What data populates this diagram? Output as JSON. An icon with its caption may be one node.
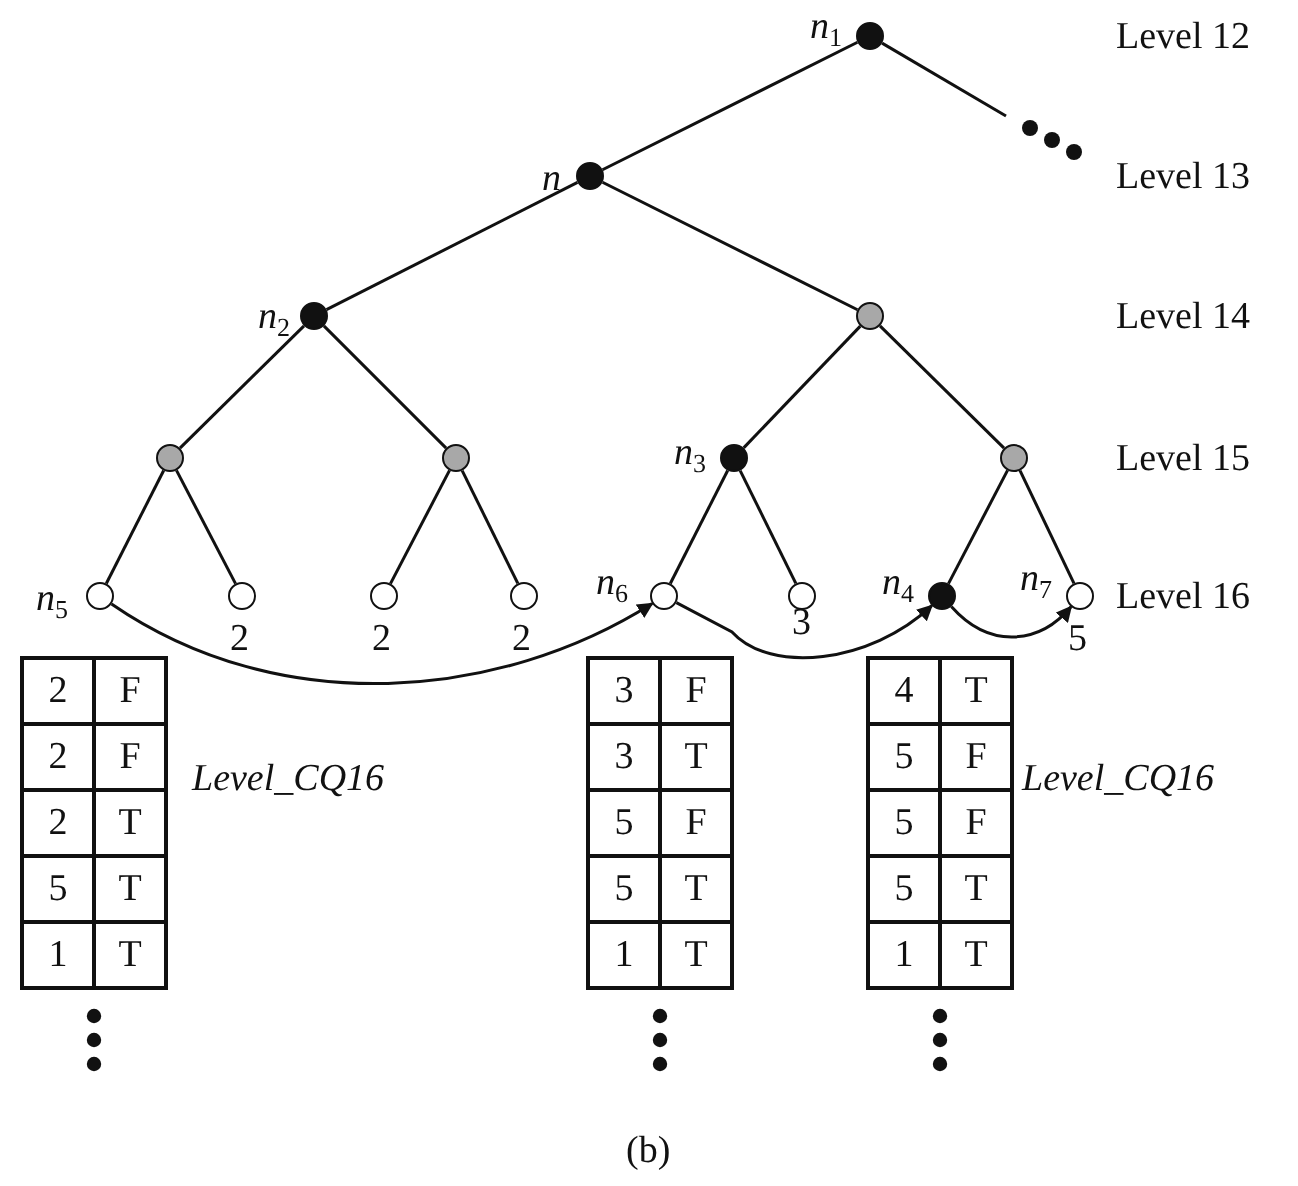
{
  "diagram": {
    "caption": "(b)",
    "nodes": [
      {
        "text": [],
        "shape": "circle",
        "beside": [
          "*n*$_{1}$"
        ]
      },
      {
        "text": [],
        "shape": "circle",
        "beside": [
          "*n*"
        ]
      },
      {
        "text": [],
        "shape": "circle",
        "beside": [
          "*n*$_{2}$"
        ]
      },
      {
        "text": [],
        "shape": "circle"
      },
      {
        "text": [],
        "shape": "circle"
      },
      {
        "text": [],
        "shape": "circle"
      },
      {
        "text": [],
        "shape": "circle",
        "beside": [
          "*n*$_{3}$"
        ]
      },
      {
        "text": [],
        "shape": "circle"
      },
      {
        "text": [],
        "shape": "circle",
        "beside": [
          "*n*$_{5}$"
        ]
      },
      {
        "text": [],
        "shape": "circle",
        "beside": [
          "2"
        ]
      },
      {
        "text": [],
        "shape": "circle",
        "beside": [
          "2"
        ]
      },
      {
        "text": [],
        "shape": "circle",
        "beside": [
          "2"
        ]
      },
      {
        "text": [],
        "shape": "circle",
        "beside": [
          "*n*$_{6}$"
        ]
      },
      {
        "text": [],
        "shape": "circle",
        "beside": [
          "3"
        ]
      },
      {
        "text": [],
        "shape": "circle",
        "beside": [
          "*n*$_{4}$"
        ]
      },
      {
        "text": [],
        "shape": "circle",
        "beside": [
          "*n*$_{7}$",
          "5"
        ]
      },
      {
        "text": [
          "2",
          "F",
          "2",
          "F",
          "2",
          "T",
          "5",
          "T",
          "1",
          "T"
        ],
        "beside": [
          "Level_CQ16"
        ]
      },
      {
        "text": [
          "3",
          "F",
          "3",
          "T",
          "5",
          "F",
          "5",
          "T",
          "1",
          "T"
        ]
      },
      {
        "text": [
          "4",
          "T",
          "5",
          "F",
          "5",
          "F",
          "5",
          "T",
          "1",
          "T"
        ],
        "beside": [
          "Level_CQ16"
        ]
      }
    ],
    "edges": [
      {
        "from": 0,
        "to": 1,
        "arrow": "none"
      },
      {
        "from": 0,
        "to": null,
        "arrow": "none"
      },
      {
        "from": 1,
        "to": 2,
        "arrow": "none"
      },
      {
        "from": 1,
        "to": 3,
        "arrow": "none"
      },
      {
        "from": 2,
        "to": 4,
        "arrow": "none"
      },
      {
        "from": 2,
        "to": 5,
        "arrow": "none"
      },
      {
        "from": 3,
        "to": 6,
        "arrow": "none"
      },
      {
        "from": 3,
        "to": 7,
        "arrow": "none"
      },
      {
        "from": 4,
        "to": 8,
        "arrow": "none"
      },
      {
        "from": 4,
        "to": 9,
        "arrow": "none"
      },
      {
        "from": 5,
        "to": 10,
        "arrow": "none"
      },
      {
        "from": 5,
        "to": 11,
        "arrow": "none"
      },
      {
        "from": 6,
        "to": 12,
        "arrow": "none"
      },
      {
        "from": 6,
        "to": 13,
        "arrow": "none"
      },
      {
        "from": 7,
        "to": 14,
        "arrow": "none"
      },
      {
        "from": 7,
        "to": 15,
        "arrow": "none"
      },
      {
        "from": 8,
        "to": 12,
        "arrow": "to"
      },
      {
        "from": 12,
        "to": 14,
        "arrow": "to"
      },
      {
        "from": 14,
        "to": 15,
        "arrow": "to"
      }
    ],
    "labels": [
      "Level 12",
      "Level 13",
      "Level 14",
      "Level 15",
      "Level 16"
    ]
  }
}
